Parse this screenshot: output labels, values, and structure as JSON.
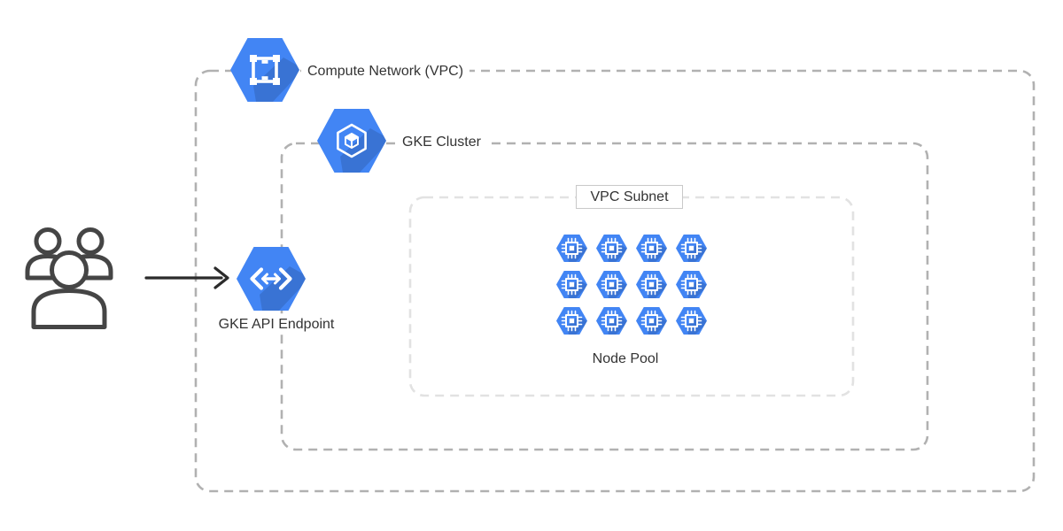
{
  "boxes": {
    "vpc_network": {
      "label": "Compute Network (VPC)"
    },
    "gke_cluster": {
      "label": "GKE Cluster"
    },
    "vpc_subnet": {
      "label": "VPC Subnet"
    }
  },
  "node_pool": {
    "label": "Node Pool",
    "rows": 3,
    "cols": 4,
    "node_count": 12
  },
  "endpoint": {
    "label": "GKE API Endpoint"
  },
  "icons": {
    "vpc_network": "vpc-network-icon",
    "gke_cluster": "gke-cluster-icon",
    "api_endpoint": "api-endpoint-icon",
    "node": "compute-node-icon",
    "users": "users-icon",
    "arrow": "arrow-right-icon"
  },
  "colors": {
    "icon_blue": "#4285F4",
    "icon_fold_shadow": "rgba(0,0,0,0.13)",
    "outer_border": "#b1b1b1",
    "subnet_border": "#e2e2e2",
    "label_text": "#333333",
    "subnet_label_border": "#c9c9c9",
    "arrow": "#2b2b2b",
    "users_stroke": "#454545",
    "background": "#ffffff"
  }
}
